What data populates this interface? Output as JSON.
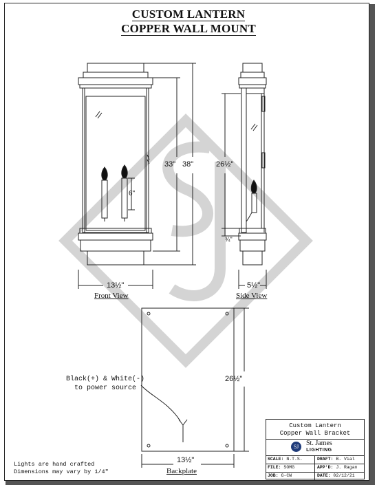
{
  "title": {
    "line1": "CUSTOM LANTERN",
    "line2": "COPPER WALL MOUNT"
  },
  "views": {
    "front": "Front View",
    "side": "Side View",
    "backplate": "Backplate"
  },
  "dimensions": {
    "front_height_inner": "33\"",
    "front_height_outer": "38\"",
    "front_candle": "6\"",
    "front_width": "13½\"",
    "side_height": "26½\"",
    "side_small": "¾\"",
    "side_width": "5½\"",
    "backplate_height": "26½\"",
    "backplate_width": "13½\""
  },
  "wiring_note": {
    "line1": "Black(+) & White(-)",
    "line2": "to power source"
  },
  "footnote": {
    "line1": "Lights are hand crafted",
    "line2": "Dimensions may vary by 1/4\""
  },
  "title_block": {
    "project_line1": "Custom Lantern",
    "project_line2": "Copper Wall Bracket",
    "logo_mark": "SJ",
    "company": "St. James",
    "company_sub": "LIGHTING",
    "scale_label": "SCALE:",
    "scale_value": "N.T.S.",
    "draft_label": "DRAFT:",
    "draft_value": "B. Vial",
    "file_label": "FILE:",
    "file_value": "SOMG",
    "appd_label": "APP'D:",
    "appd_value": "J. Ragan",
    "job_label": "JOB:",
    "job_value": "G-CW",
    "date_label": "DATE:",
    "date_value": "02/12/21"
  },
  "colors": {
    "line": "#222222",
    "watermark": "#d6d6d6",
    "logo": "#1f3b7a"
  }
}
